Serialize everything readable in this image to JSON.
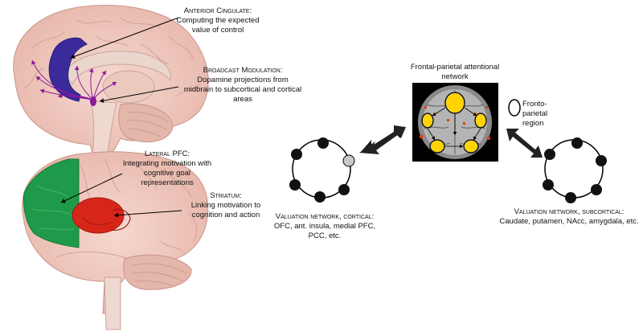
{
  "anterior_cingulate": {
    "title": "Anterior Cingulate:",
    "body": "Computing the expected value of control"
  },
  "broadcast_modulation": {
    "title": "Broadcast Modulation:",
    "body": "Dopamine projections from midbrain to subcortical and cortical areas"
  },
  "lateral_pfc": {
    "title": "Lateral PFC:",
    "body": "Integrating motivation with cognitive goal representations"
  },
  "striatum": {
    "title": "Striatum:",
    "body": "Linking motivation to cognition and action"
  },
  "frontal_parietal": {
    "title": "Frontal-parietal attentional network"
  },
  "legend": {
    "label": "Fronto-parietal region"
  },
  "valuation_cortical": {
    "title": "Valuation network, cortical:",
    "body": "OFC, ant. insula, medial PFC, PCC, etc."
  },
  "valuation_subcortical": {
    "title": "Valuation network, subcortical:",
    "body": "Caudate, putamen, NAcc, amygdala, etc."
  },
  "colors": {
    "cingulate": "#3a2a9a",
    "dopamine": "#8a1a9a",
    "lateral_pfc": "#1f9a4a",
    "striatum": "#d8251a",
    "brain_fill": "#f2cfc6",
    "brain_inner": "#e9c2b8",
    "node_fill": "#111111",
    "node_highlight": "#c8c8c8"
  }
}
